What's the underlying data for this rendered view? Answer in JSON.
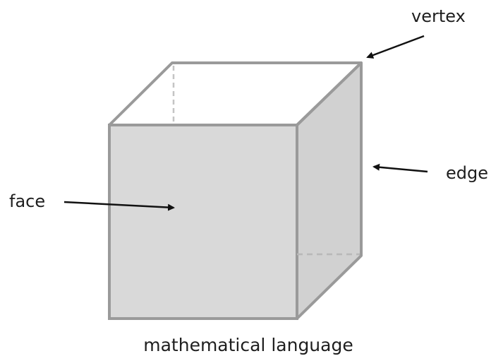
{
  "labels": {
    "vertex": "vertex",
    "edge": "edge",
    "face": "face"
  },
  "caption": "mathematical language",
  "colors": {
    "face_fill": "#d9d9d9",
    "side_fill": "#d1d1d1",
    "edge_stroke": "#9a9a9a",
    "hidden_edge_stroke": "#c4c4c4",
    "arrow": "#111111",
    "text": "#1e1e1e",
    "background": "#ffffff"
  }
}
